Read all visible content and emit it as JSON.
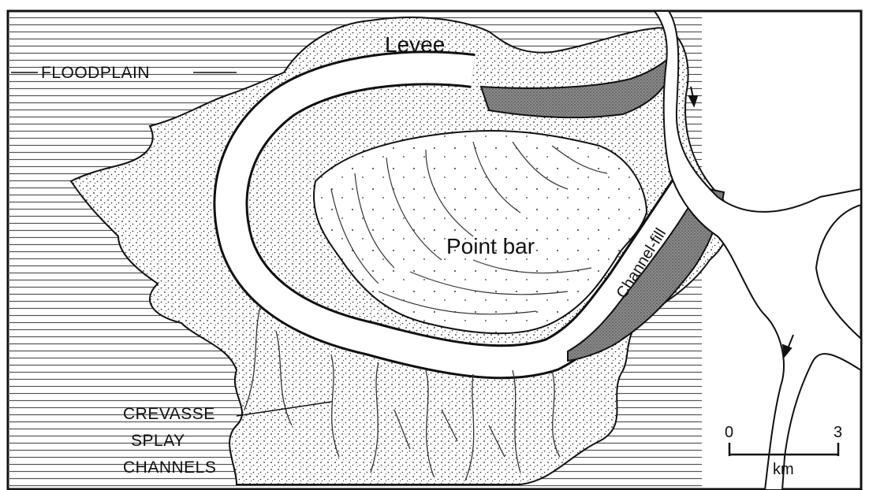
{
  "diagram": {
    "labels": {
      "floodplain": "FLOODPLAIN",
      "levee": "Levee",
      "point_bar": "Point bar",
      "channel_fill": "Channel-fill",
      "crevasse_line1": "CREVASSE",
      "crevasse_line2": "SPLAY",
      "crevasse_line3": "CHANNELS"
    },
    "scale_bar": {
      "min": "0",
      "max": "3",
      "unit": "km"
    }
  }
}
